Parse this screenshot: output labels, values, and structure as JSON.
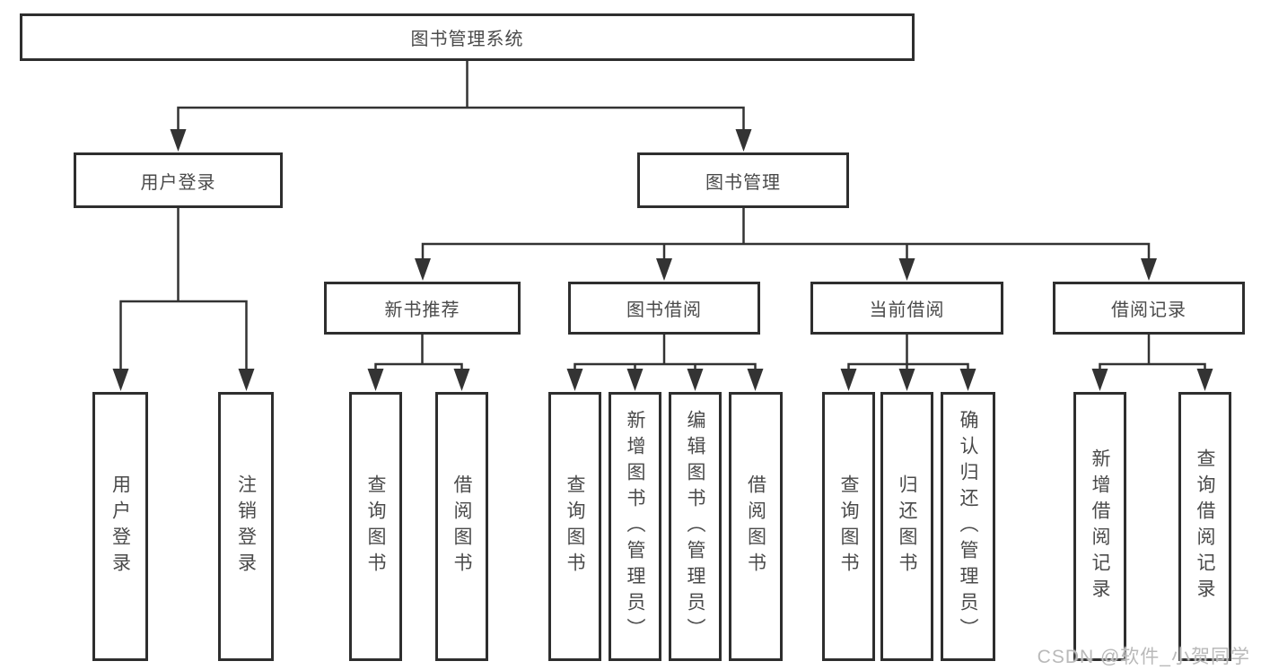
{
  "diagram": {
    "tree": {
      "root": {
        "label": "图书管理系统"
      },
      "level2": [
        {
          "label": "用户登录",
          "children": [
            {
              "label": "用户登录"
            },
            {
              "label": "注销登录"
            }
          ]
        },
        {
          "label": "图书管理",
          "children": [
            {
              "label": "新书推荐",
              "children": [
                {
                  "label": "查询图书"
                },
                {
                  "label": "借阅图书"
                }
              ]
            },
            {
              "label": "图书借阅",
              "children": [
                {
                  "label": "查询图书"
                },
                {
                  "label": "新增图书（管理员）"
                },
                {
                  "label": "编辑图书（管理员）"
                },
                {
                  "label": "借阅图书"
                }
              ]
            },
            {
              "label": "当前借阅",
              "children": [
                {
                  "label": "查询图书"
                },
                {
                  "label": "归还图书"
                },
                {
                  "label": "确认归还（管理员）"
                }
              ]
            },
            {
              "label": "借阅记录",
              "children": [
                {
                  "label": "新增借阅记录"
                },
                {
                  "label": "查询借阅记录"
                }
              ]
            }
          ]
        }
      ]
    }
  },
  "watermark": {
    "text": "CSDN @软件_小贺同学"
  },
  "colors": {
    "line": "#333333",
    "box_border": "#2e2e2e",
    "text": "#4a4a4a",
    "watermark": "#b9b9b9",
    "background": "#ffffff"
  }
}
